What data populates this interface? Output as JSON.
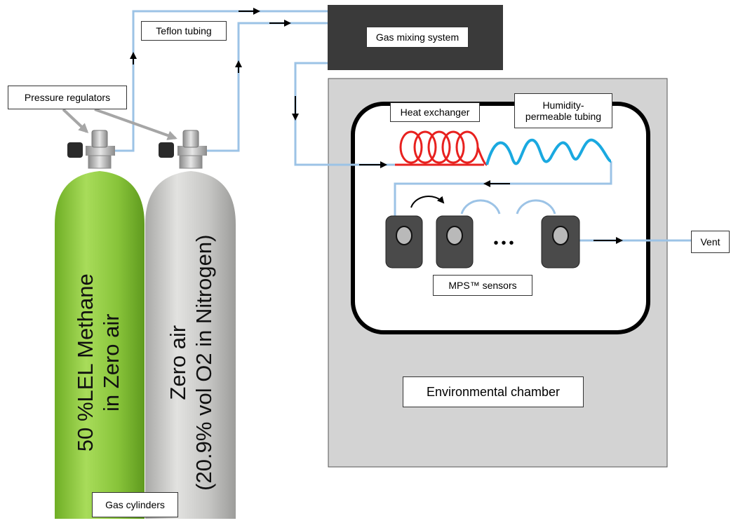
{
  "labels": {
    "teflon_tubing": "Teflon tubing",
    "pressure_regulators": "Pressure regulators",
    "gas_mixing_system": "Gas mixing system",
    "heat_exchanger": "Heat exchanger",
    "humidity_tubing_line1": "Humidity-",
    "humidity_tubing_line2": "permeable tubing",
    "mps_sensors": "MPS™ sensors",
    "environmental_chamber": "Environmental chamber",
    "vent": "Vent",
    "gas_cylinders": "Gas cylinders",
    "ellipsis": "•••"
  },
  "cylinders": {
    "methane_line1": "50 %LEL Methane",
    "methane_line2": "in Zero air",
    "zero_air_line1": "Zero air",
    "zero_air_line2": "(20.9% vol O2 in Nitrogen)"
  },
  "colors": {
    "tubing": "#9cc3e6",
    "heat_exchanger_coil": "#e8211f",
    "humidity_coil": "#1aa9e0",
    "methane_cylinder": "#8fce3c",
    "zero_air_cylinder": "#c9c9c7",
    "gas_mixing_box": "#3a3a3a",
    "chamber": "#d3d3d3",
    "sensor": "#4a4a4a"
  }
}
